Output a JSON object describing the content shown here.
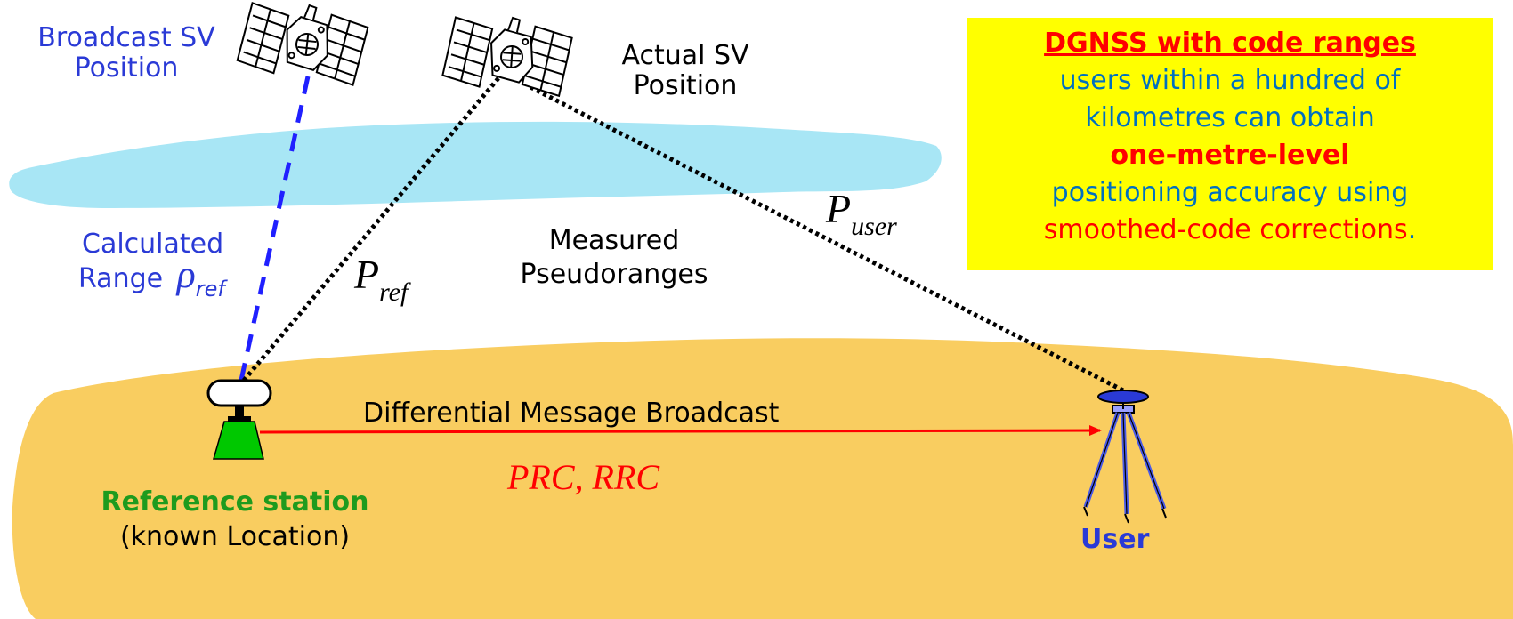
{
  "labels": {
    "broadcast_sv_line1": "Broadcast SV",
    "broadcast_sv_line2": "Position",
    "actual_sv_line1": "Actual SV",
    "actual_sv_line2": "Position",
    "calculated_line1": "Calculated",
    "calculated_line2": "Range",
    "rho_symbol": "ρ",
    "rho_sub": "ref",
    "p_ref_symbol": "P",
    "p_ref_sub": "ref",
    "measured_line1": "Measured",
    "measured_line2": "Pseudoranges",
    "p_user_symbol": "P",
    "p_user_sub": "user",
    "differential_message": "Differential Message Broadcast",
    "prc_rrc": "PRC, RRC",
    "reference_station": "Reference station",
    "known_location": "(known Location)",
    "user": "User"
  },
  "infobox": {
    "title": "DGNSS with code ranges",
    "line1": "users within a hundred of",
    "line2": "kilometres can obtain",
    "emphasis": "one-metre-level",
    "line3": "positioning accuracy using",
    "line4_text": "smoothed-code corrections",
    "line4_end": "."
  },
  "colors": {
    "ground": "#f9cd60",
    "cloud": "#a8e6f5",
    "broadcast_line": "#2020ff",
    "message_arrow": "#ff0000",
    "reference_station": "#00c800",
    "user": "#2a3ad6",
    "infobox_bg": "#ffff00"
  },
  "icons": [
    "satellite-broadcast-icon",
    "satellite-actual-icon",
    "reference-receiver-icon",
    "user-tripod-icon"
  ]
}
